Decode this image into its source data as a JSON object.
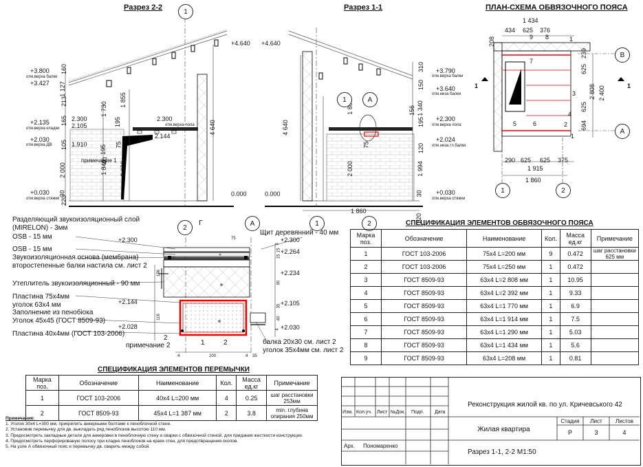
{
  "titles": {
    "section22": "Разрез 2-2",
    "section11": "Разрез 1-1",
    "plan": "ПЛАН-СХЕМА ОБВЯЗОЧНОГО ПОЯСА",
    "spec_belt": "СПЕЦИФИКАЦИЯ ЭЛЕМЕНТОВ ОБВЯЗОЧНОГО ПОЯСА",
    "spec_lintel": "СПЕЦИФИКАЦИЯ ЭЛЕМЕНТОВ ПЕРЕМЫЧКИ"
  },
  "sec22": {
    "axis": "1",
    "el_4640": "+4.640",
    "el_3800": "+3.800",
    "el_3800_note": "отм.верха балки",
    "el_3427": "+3.427",
    "el_2135": "+2.135",
    "el_2135_note": "отм.верха кладки",
    "el_2030": "+2.030",
    "el_2030_note": "отм.верха ДВ",
    "el_0030": "+0.030",
    "el_0030_note": "отм.верха стяжки",
    "el_0000": "0.000",
    "d160": "160",
    "d1127": "1 127",
    "d213": "213",
    "d165": "165",
    "d105": "105",
    "d2000": "2 000",
    "d220": "220",
    "d30": "30",
    "d1730": "1 730",
    "d1855": "1 855",
    "d4640": "4 640",
    "d1840": "1 840",
    "d2000b": "2 000",
    "d195": "195",
    "d40": "40",
    "d75": "75",
    "d195b": "195",
    "h2300": "2.300",
    "h2105": "2.105",
    "h1910": "1.910",
    "h2300r": "2.300",
    "h2144": "2.144",
    "note_floor": "отм.верха пола",
    "note1": "примечание 1"
  },
  "sec11": {
    "el_4640": "+4.640",
    "el_3790": "+3.790",
    "el_3790_note": "отм.верха балки",
    "el_3640": "+3.640",
    "el_3640_note": "отм.низа балки",
    "el_2300": "+2.300",
    "el_2300_note": "отм.верха пола",
    "el_2024": "+2.024",
    "el_2024_note": "отм.низа гл.балки",
    "el_0030": "+0.030",
    "el_0030_note": "отм.верха стяжки",
    "el_0000": "0.000",
    "d4640": "4 640",
    "d1800": "1 800",
    "d75": "75",
    "d2000": "2 000",
    "d310": "310",
    "d150": "150",
    "d156": "156",
    "d1340": "1 340",
    "d195": "195",
    "d120": "120",
    "d1994": "1 994",
    "d30": "30",
    "d220": "220",
    "d1860": "1 860",
    "axis1": "1",
    "nodeA": "А",
    "axis_b1": "1",
    "axis_b2": "2"
  },
  "plan": {
    "d1434": "1 434",
    "d434": "434",
    "d625a": "625",
    "d376": "376",
    "m9": "9",
    "m8": "8",
    "m1a": "1",
    "d208": "208",
    "m7": "7",
    "m3": "3",
    "m4": "4",
    "m5": "5",
    "m6": "6",
    "m2": "2",
    "m1b": "1",
    "d239": "239",
    "d625b": "625",
    "d2808": "2 808",
    "d625c": "625",
    "d694": "694",
    "d2400": "2 400",
    "d290": "290",
    "d625d": "625",
    "d625e": "625",
    "d375": "375",
    "d1915": "1 915",
    "d1860": "1 860",
    "axisB": "В",
    "axisA": "А",
    "ax1": "1",
    "ax2": "2",
    "cut1": "1",
    "cut2": "1"
  },
  "detail": {
    "axis2": "2",
    "axisG": "Г",
    "axisA": "А",
    "layer1": "Разделяющий звукоизоляционный слой",
    "layer1b": "(MIRELON) - 3мм",
    "layer2": "OSB - 15 мм",
    "layer3": "OSB - 15 мм",
    "layer4": "Звукоизоляционная основа (мембрана)",
    "layer5": "второстепенные балки настила см. лист 2",
    "layer6": "Утеплитель звукоизоляционный - 90 мм",
    "layer7": "Пластина 75x4мм",
    "layer8": "уголок 63x4 мм",
    "layer9": "Заполнение из пенобіока",
    "layer10": "Уголок 45x45 (ГОСТ 8509-93)",
    "layer11": "Пластина 40x4мм (ГОСТ 103-2006)",
    "shield": "Щит деревянний - 40 мм",
    "balka": "балка 20x30 см. лист 2",
    "ugolok": "уголок 35x4мм см. лист 2",
    "note2a": "примечание 2",
    "note2b": "2",
    "m1": "1",
    "m2": "2",
    "eL2300": "+2.300",
    "eL2144": "+2.144",
    "eL2028": "+2.028",
    "eR2300": "+2.300",
    "eR2264": "+2.264",
    "eR2234": "+2.234",
    "eR2105": "+2.105",
    "eR2030": "+2.030",
    "d75": "75",
    "d156": "156",
    "d116": "116",
    "d200": "200",
    "d4a": "4",
    "d4b": "4",
    "d35": "35",
    "v3": "3",
    "v15": "15",
    "v15b": "15",
    "v90": "90",
    "v35": "35",
    "v40": "40",
    "v4": "4"
  },
  "belt_spec": {
    "headers": [
      "Марка поз.",
      "Обозначение",
      "Наименование",
      "Кол.",
      "Масса ед.кг",
      "Примечание"
    ],
    "rows": [
      [
        "1",
        "ГОСТ 103-2006",
        "75x4 L=200 мм",
        "9",
        "0.472",
        "шаг расстановки 625 мм"
      ],
      [
        "2",
        "ГОСТ 103-2006",
        "75x4 L=250 мм",
        "1",
        "0.472",
        ""
      ],
      [
        "3",
        "ГОСТ 8509-93",
        "63x4 L=2 808 мм",
        "1",
        "10.95",
        ""
      ],
      [
        "4",
        "ГОСТ 8509-93",
        "63x4 L=2 392 мм",
        "1",
        "9.33",
        ""
      ],
      [
        "5",
        "ГОСТ 8509-93",
        "63x4 L=1 770 мм",
        "1",
        "6.9",
        ""
      ],
      [
        "6",
        "ГОСТ 8509-93",
        "63x4 L=1 914 мм",
        "1",
        "7.5",
        ""
      ],
      [
        "7",
        "ГОСТ 8509-93",
        "63x4 L=1 290 мм",
        "1",
        "5.03",
        ""
      ],
      [
        "8",
        "ГОСТ 8509-93",
        "63x4 L=1 434 мм",
        "1",
        "5.6",
        ""
      ],
      [
        "9",
        "ГОСТ 8509-93",
        "63x4 L=208 мм",
        "1",
        "0.81",
        ""
      ]
    ]
  },
  "lintel_spec": {
    "headers": [
      "Марка поз.",
      "Обозначение",
      "Наименование",
      "Кол.",
      "Масса ед.кг",
      "Примечание"
    ],
    "rows": [
      [
        "1",
        "ГОСТ 103-2006",
        "40x4 L=200 мм",
        "4",
        "0.25",
        "шаг расстановки 253мм"
      ],
      [
        "2",
        "ГОСТ 8509-93",
        "45x4 L=1 387 мм",
        "2",
        "3.8",
        "min. глубина опирания 250мм"
      ]
    ]
  },
  "notes": {
    "title": "Примечания:",
    "items": [
      "1. Уголок 30x4 L=300 мм, прикрепить анкерными болтами к пеноблочной стене.",
      "2. Установив перемычку для дв. выкладать ряд пеноблоков высотою 110 мм.",
      "3. Предосмотреть закладные детали для анкеровки в пеноблочную стену и сварки с обвязочной стеной, для придания жесткости конструкции.",
      "4. Предосмотреть перфорированую полосу при кладке пеноблоков на краях стен, для предотвращения сколов.",
      "5. На узле А обвязочный пояс и перемычку дв. сварить между собой."
    ]
  },
  "stamp": {
    "col_izm": "Изм.",
    "col_kol": "Кол.уч.",
    "col_list": "Лист",
    "col_doc": "№Док.",
    "col_podp": "Подп.",
    "col_data": "Дата",
    "project": "Реконструкция жилой кв. по ул. Кричевського 42",
    "object": "Жилая квартира",
    "stage_h": "Стадия",
    "sheet_h": "Лист",
    "sheets_h": "Листов",
    "stage": "Р",
    "sheet": "3",
    "sheets": "4",
    "arch": "Арх.",
    "author": "Пономаренко",
    "sheet_title": "Разрез 1-1, 2-2 М1:50"
  }
}
